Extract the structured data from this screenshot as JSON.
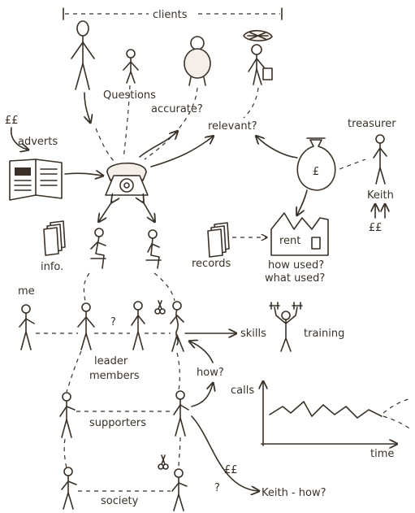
{
  "labels": {
    "clients": "clients",
    "questions": "Questions",
    "accurate": "accurate?",
    "relevant": "relevant?",
    "treasurer": "treasurer",
    "keith_top": "Keith",
    "money_keith": "££",
    "money_adverts": "££",
    "adverts": "adverts",
    "info": "info.",
    "records": "records",
    "rent": "rent",
    "how_used": "how used?",
    "what_used": "what used?",
    "me": "me",
    "question_mark": "?",
    "skills": "skills",
    "training": "training",
    "leader": "leader",
    "members": "members",
    "how": "how?",
    "supporters": "supporters",
    "society": "society",
    "money_bottom": "££",
    "question_bottom": "?",
    "keith_how": "Keith - how?",
    "pound_symbol": "£"
  },
  "chart": {
    "ylabel": "calls",
    "xlabel": "time"
  }
}
